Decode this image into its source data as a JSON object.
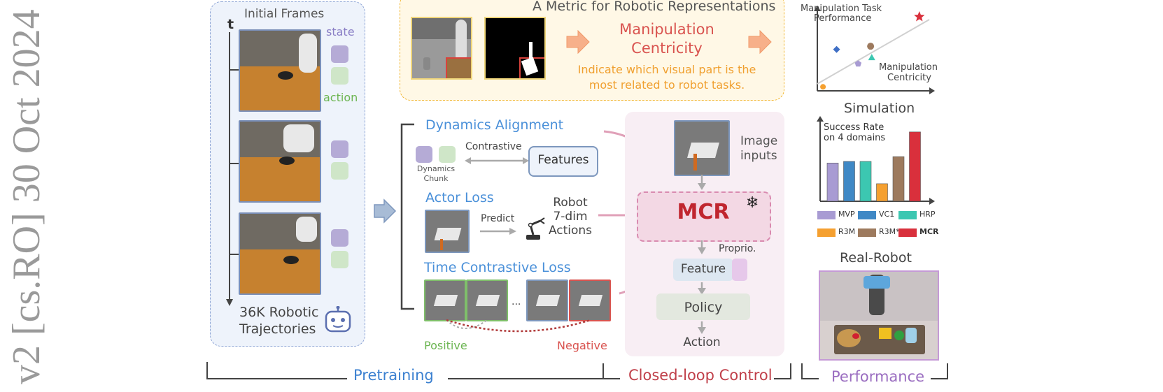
{
  "arxiv_stamp": "v2  [cs.RO]  30 Oct 2024",
  "left": {
    "title": "Initial Frames",
    "t_label": "t",
    "state_label": "state",
    "action_label": "action",
    "trajectories_label": "36K Robotic",
    "trajectories_label2": "Trajectories"
  },
  "metric": {
    "title": "A Metric for Robotic Representations",
    "heading_line1": "Manipulation",
    "heading_line2": "Centricity",
    "desc_line1": "Indicate which visual part is the",
    "desc_line2": "most related to robot tasks."
  },
  "pretrain": {
    "dynamics_title": "Dynamics Alignment",
    "contrastive_label": "Contrastive",
    "features_label": "Features",
    "dyn_chunk_line1": "Dynamics",
    "dyn_chunk_line2": "Chunk",
    "actor_title": "Actor Loss",
    "predict_label": "Predict",
    "robot_line1": "Robot",
    "robot_line2": "7-dim",
    "robot_line3": "Actions",
    "time_title": "Time Contrastive Loss",
    "ellipsis": "...",
    "positive": "Positive",
    "negative": "Negative"
  },
  "control": {
    "image_inputs_line1": "Image",
    "image_inputs_line2": "inputs",
    "mcr_label": "MCR",
    "snowflake": "❄",
    "proprio": "Proprio.",
    "feature": "Feature",
    "policy": "Policy",
    "action": "Action"
  },
  "bottom": {
    "pretraining": "Pretraining",
    "closed_loop": "Closed-loop Control",
    "performance": "Performance"
  },
  "performance": {
    "scatter_ylabel_line1": "Manipulation Task",
    "scatter_ylabel_line2": "Performance",
    "scatter_xlabel_line1": "Manipulation",
    "scatter_xlabel_line2": "Centricity",
    "simulation_title": "Simulation",
    "bar_ylabel_line1": "Success Rate",
    "bar_ylabel_line2": "on 4 domains",
    "realrobot_title": "Real-Robot",
    "legend": [
      {
        "label": "MVP",
        "color": "#a89bd3"
      },
      {
        "label": "VC1",
        "color": "#3f88c5"
      },
      {
        "label": "HRP",
        "color": "#3cc7b1"
      },
      {
        "label": "R3M",
        "color": "#f5a030"
      },
      {
        "label": "R3M*",
        "color": "#9d7a5e"
      },
      {
        "label": "MCR",
        "color": "#d9303c"
      }
    ]
  },
  "chart_data": [
    {
      "type": "scatter",
      "ylabel": "Manipulation Task Performance",
      "xlabel": "Manipulation Centricity",
      "points": [
        {
          "x": 0.05,
          "y": 0.05,
          "color": "#f5a030",
          "marker": "circle"
        },
        {
          "x": 0.17,
          "y": 0.52,
          "color": "#3f6fc5",
          "marker": "diamond"
        },
        {
          "x": 0.36,
          "y": 0.34,
          "color": "#a89bd3",
          "marker": "pentagon"
        },
        {
          "x": 0.48,
          "y": 0.42,
          "color": "#3cc7b1",
          "marker": "triangle"
        },
        {
          "x": 0.47,
          "y": 0.56,
          "color": "#9d7a5e",
          "marker": "circle"
        },
        {
          "x": 0.9,
          "y": 0.93,
          "color": "#d9303c",
          "marker": "star"
        }
      ]
    },
    {
      "type": "bar",
      "title": "Simulation",
      "ylabel": "Success Rate on 4 domains",
      "categories": [
        "MVP",
        "VC1",
        "HRP",
        "R3M",
        "R3M*",
        "MCR"
      ],
      "values": [
        0.48,
        0.5,
        0.5,
        0.22,
        0.56,
        0.87
      ],
      "colors": [
        "#a89bd3",
        "#3f88c5",
        "#3cc7b1",
        "#f5a030",
        "#9d7a5e",
        "#d9303c"
      ]
    }
  ]
}
